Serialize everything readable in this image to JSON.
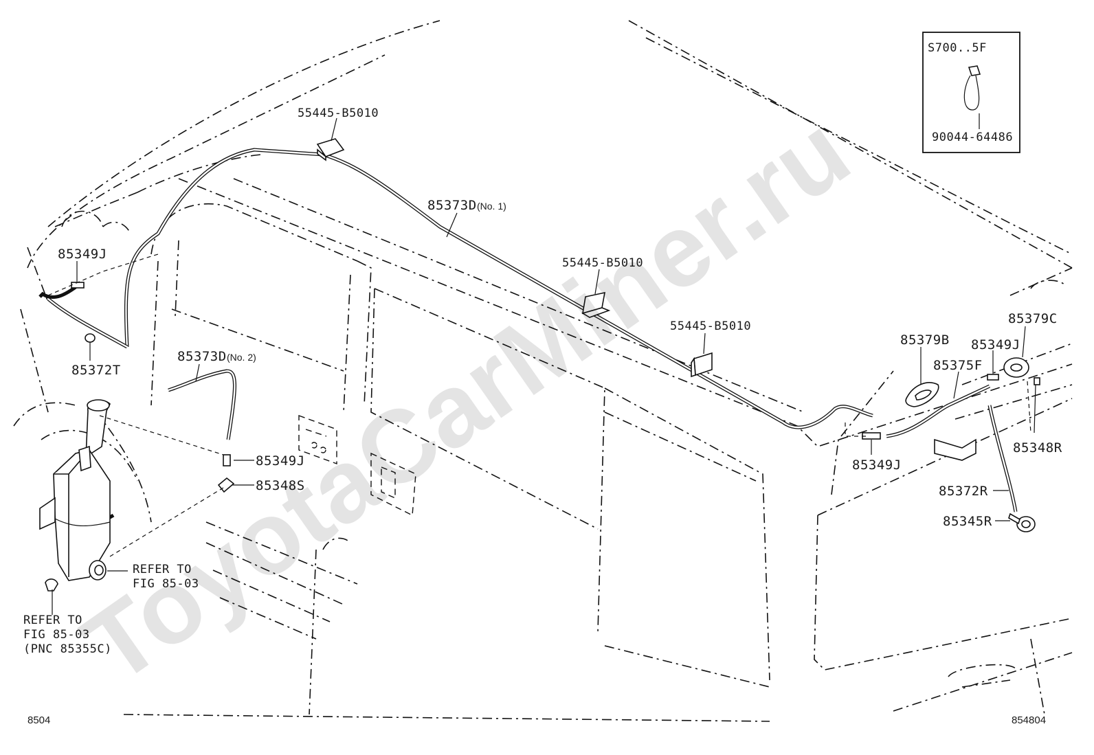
{
  "watermark": "ToyotaCarMiner.ru",
  "corner_labels": {
    "bottom_left": "8504",
    "bottom_right": "854804"
  },
  "inset": {
    "header": "S700..5F",
    "part": "90044-64486"
  },
  "callouts": {
    "c01": {
      "pn": "55445-B5010"
    },
    "c02": {
      "pn": "85373D",
      "suffix": "(No. 1)"
    },
    "c03": {
      "pn": "55445-B5010"
    },
    "c04": {
      "pn": "55445-B5010"
    },
    "c05": {
      "pn": "85349J"
    },
    "c06": {
      "pn": "85372T"
    },
    "c07": {
      "pn": "85373D",
      "suffix": "(No. 2)"
    },
    "c08": {
      "pn": "85349J"
    },
    "c09": {
      "pn": "85348S"
    },
    "c10": {
      "pn": "85379B"
    },
    "c11": {
      "pn": "85379C"
    },
    "c12": {
      "pn": "85349J"
    },
    "c13": {
      "pn": "85375F"
    },
    "c14": {
      "pn": "85349J"
    },
    "c15": {
      "pn": "85348R"
    },
    "c16": {
      "pn": "85372R"
    },
    "c17": {
      "pn": "85345R"
    }
  },
  "refer_notes": {
    "r1": [
      "REFER TO",
      "FIG 85-03"
    ],
    "r2": [
      "REFER TO",
      "FIG 85-03",
      "(PNC 85355C)"
    ]
  }
}
